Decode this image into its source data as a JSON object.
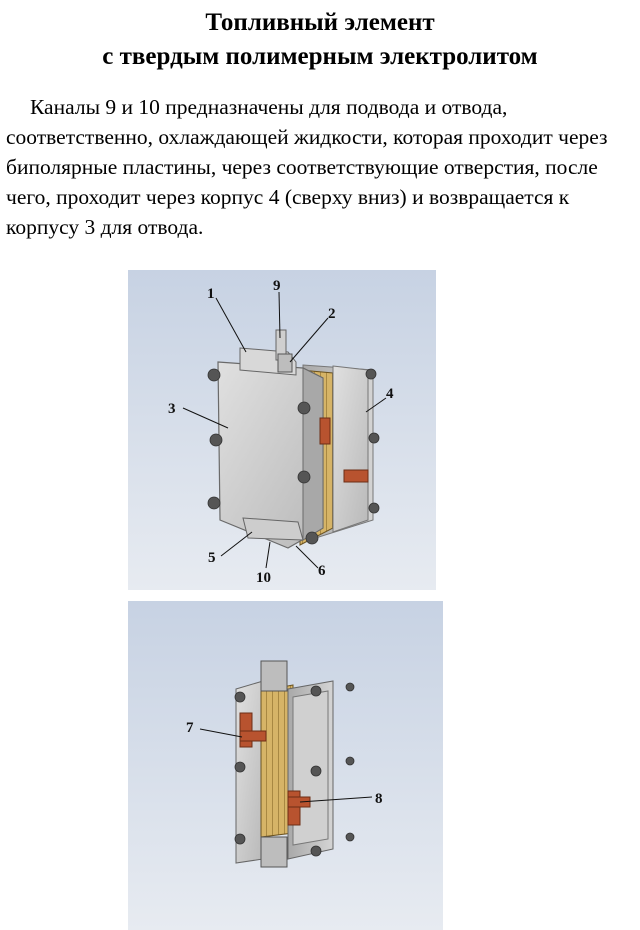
{
  "title": {
    "line1": "Топливный элемент",
    "line2": "с твердым полимерным электролитом"
  },
  "paragraph": "Каналы 9 и 10 предназначены для подвода и отвода, соответственно, охлаждающей жидкости, которая проходит через биполярные пластины, через соответствующие отверстия, после чего, проходит через корпус 4 (сверху вниз) и возвращается к корпусу 3 для отвода.",
  "figure1": {
    "labels": [
      "1",
      "9",
      "2",
      "3",
      "4",
      "5",
      "10",
      "6"
    ]
  },
  "figure2": {
    "labels": [
      "7",
      "8"
    ]
  },
  "colors": {
    "background_top": "#c9d3e3",
    "background_bottom": "#e6eaf0",
    "housing": "#c9c9c9",
    "membrane": "#d9b86b",
    "terminal": "#b8532f"
  }
}
